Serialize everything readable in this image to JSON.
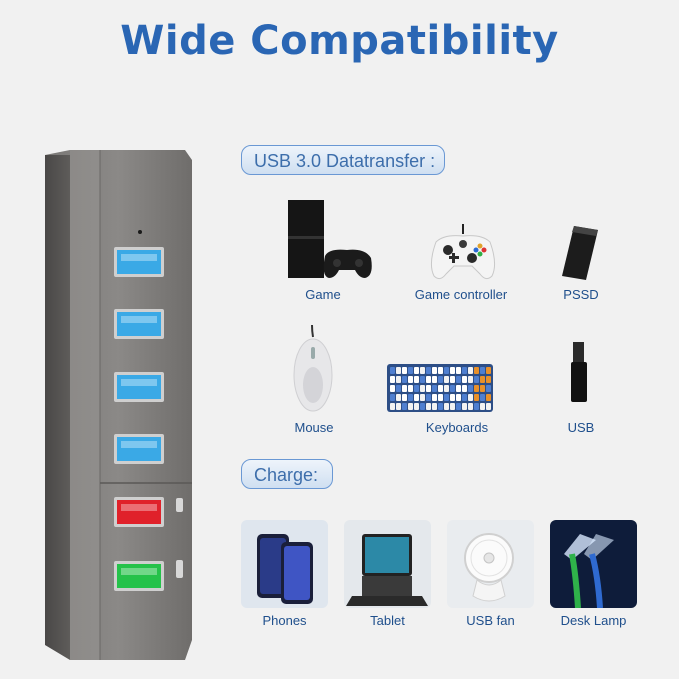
{
  "title": "Wide Compatibility",
  "sections": {
    "usb_label": "USB 3.0 Datatransfer :",
    "charge_label": "Charge:"
  },
  "usb_devices": [
    {
      "label": "Game",
      "icon": "game-console-icon"
    },
    {
      "label": "Game controller",
      "icon": "game-controller-icon"
    },
    {
      "label": "PSSD",
      "icon": "portable-ssd-icon"
    },
    {
      "label": "Mouse",
      "icon": "mouse-icon"
    },
    {
      "label": "Keyboards",
      "icon": "keyboard-icon"
    },
    {
      "label": "USB",
      "icon": "usb-drive-icon"
    }
  ],
  "charge_devices": [
    {
      "label": "Phones",
      "icon": "phones-icon"
    },
    {
      "label": "Tablet",
      "icon": "tablet-icon"
    },
    {
      "label": "USB fan",
      "icon": "usb-fan-icon"
    },
    {
      "label": "Desk Lamp",
      "icon": "desk-lamp-icon"
    }
  ],
  "hub": {
    "port_colors": [
      "#3aa9e6",
      "#3aa9e6",
      "#3aa9e6",
      "#3aa9e6",
      "#e0212a",
      "#25c24a"
    ]
  },
  "colors": {
    "title": "#2a66b4",
    "label": "#1f4f8c",
    "background": "#f1f1f1"
  }
}
